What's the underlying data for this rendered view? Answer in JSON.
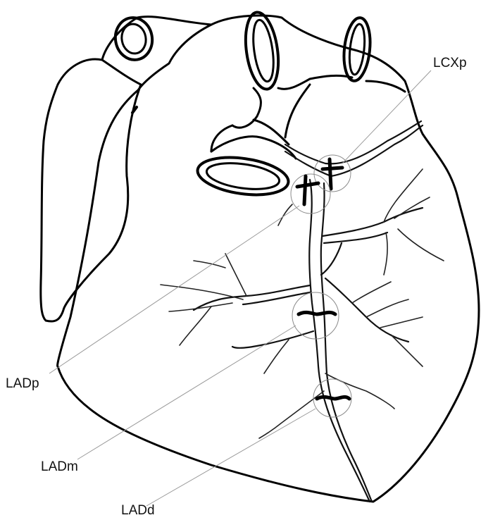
{
  "labels": {
    "lcxp": "LCXp",
    "ladp": "LADp",
    "ladm": "LADm",
    "ladd": "LADd"
  }
}
